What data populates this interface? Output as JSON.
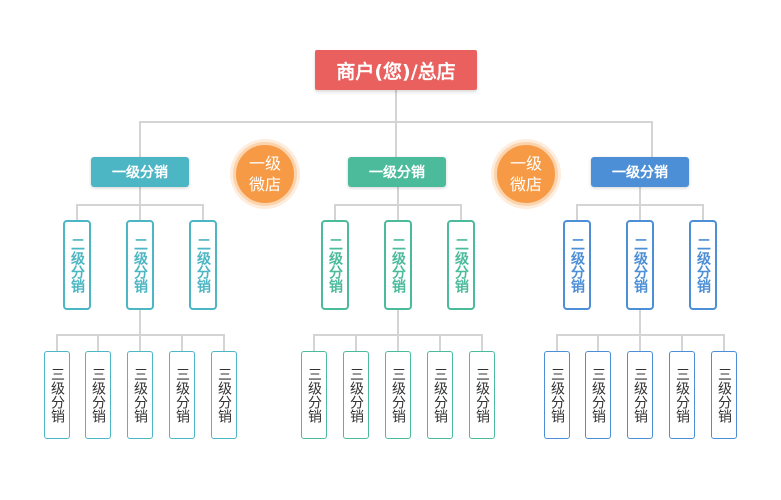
{
  "root": {
    "label": "商户(您)/总店"
  },
  "shops": [
    {
      "label": "一级\n微店"
    },
    {
      "label": "一级\n微店"
    }
  ],
  "branches": [
    {
      "color": "#4db6c4",
      "level1": "一级分销",
      "level2": [
        "二级分销",
        "二级分销",
        "二级分销"
      ],
      "level3": [
        "三级分销",
        "三级分销",
        "三级分销",
        "三级分销",
        "三级分销"
      ]
    },
    {
      "color": "#4bbb9c",
      "level1": "一级分销",
      "level2": [
        "二级分销",
        "二级分销",
        "二级分销"
      ],
      "level3": [
        "三级分销",
        "三级分销",
        "三级分销",
        "三级分销",
        "三级分销"
      ]
    },
    {
      "color": "#4d8fd6",
      "level1": "一级分销",
      "level2": [
        "二级分销",
        "二级分销",
        "二级分销"
      ],
      "level3": [
        "三级分销",
        "三级分销",
        "三级分销",
        "三级分销",
        "三级分销"
      ]
    }
  ],
  "colors": {
    "root": "#e9605e",
    "shop": "#f79a45",
    "line": "#d0d0d0"
  }
}
